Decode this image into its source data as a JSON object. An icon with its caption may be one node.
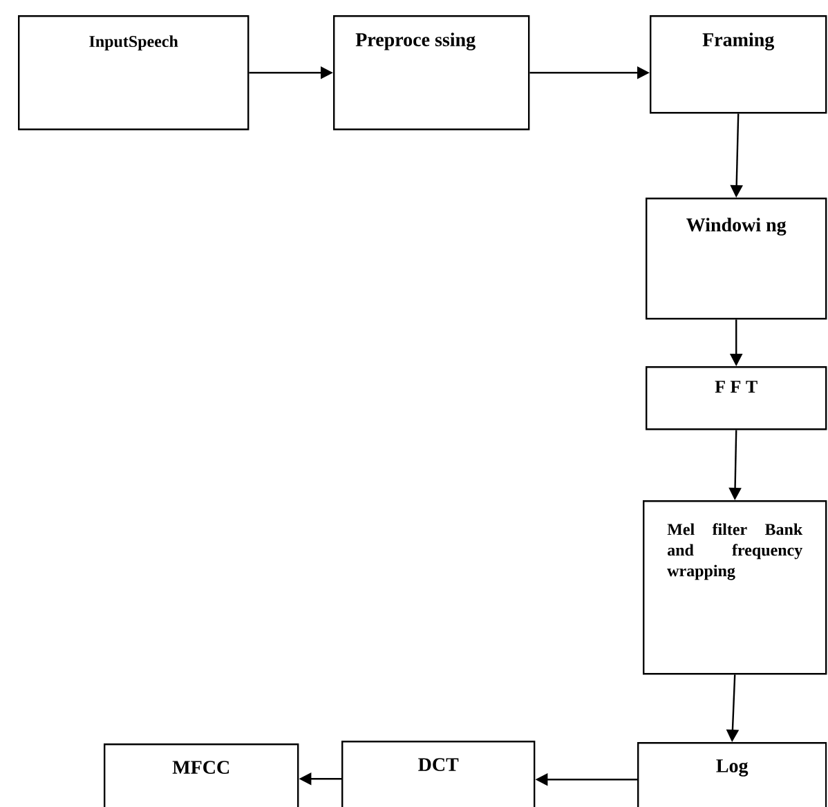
{
  "diagram": {
    "nodes": [
      {
        "text": [
          "InputSpeech"
        ]
      },
      {
        "text": [
          "Preproce ssing"
        ]
      },
      {
        "text": [
          "Framing"
        ]
      },
      {
        "text": [
          "Windowi ng"
        ]
      },
      {
        "text": [
          "F F T"
        ]
      },
      {
        "text": [
          "Mel filter Bank and frequency wrapping"
        ]
      },
      {
        "text": [
          "Log"
        ]
      },
      {
        "text": [
          "DCT"
        ]
      },
      {
        "text": [
          "MFCC"
        ]
      }
    ],
    "edges": [
      {
        "from": 0,
        "to": 1,
        "arrow": "to"
      },
      {
        "from": 1,
        "to": 2,
        "arrow": "to"
      },
      {
        "from": 2,
        "to": 3,
        "arrow": "to"
      },
      {
        "from": 3,
        "to": 4,
        "arrow": "to"
      },
      {
        "from": 4,
        "to": 5,
        "arrow": "to"
      },
      {
        "from": 5,
        "to": 6,
        "arrow": "to"
      },
      {
        "from": 6,
        "to": 7,
        "arrow": "to"
      },
      {
        "from": 7,
        "to": 8,
        "arrow": "to"
      }
    ]
  }
}
